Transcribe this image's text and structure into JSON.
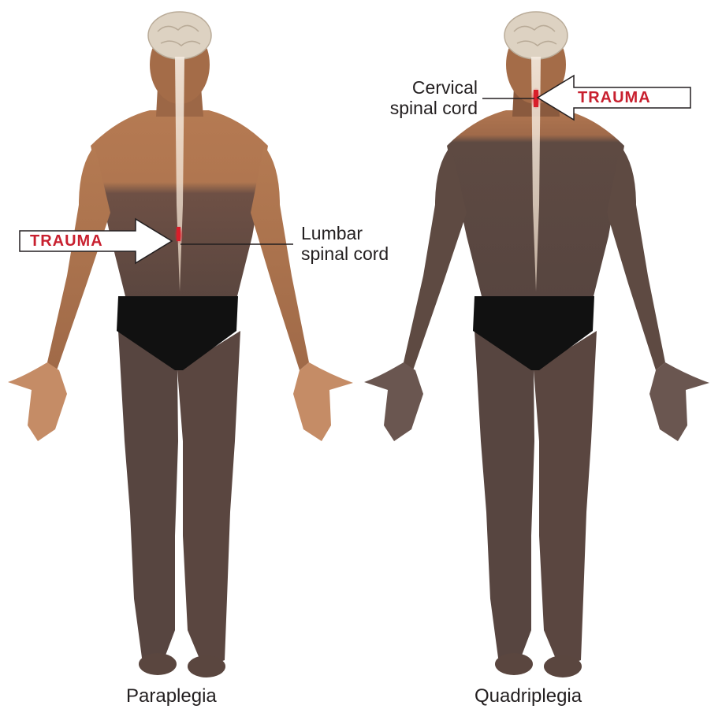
{
  "figures": [
    {
      "caption": "Paraplegia",
      "trauma_label": "TRAUMA",
      "cord_label_line1": "Lumbar",
      "cord_label_line2": "spinal cord"
    },
    {
      "caption": "Quadriplegia",
      "trauma_label": "TRAUMA",
      "cord_label_line1": "Cervical",
      "cord_label_line2": "spinal cord"
    }
  ],
  "colors": {
    "skin": "#b07650",
    "skin_dark": "#8a5a3a",
    "paralyzed": "#5e4a42",
    "underwear": "#111111",
    "trauma_red": "#c8202f",
    "brain": "#ddd2c2",
    "cord": "#f3e4d4"
  }
}
